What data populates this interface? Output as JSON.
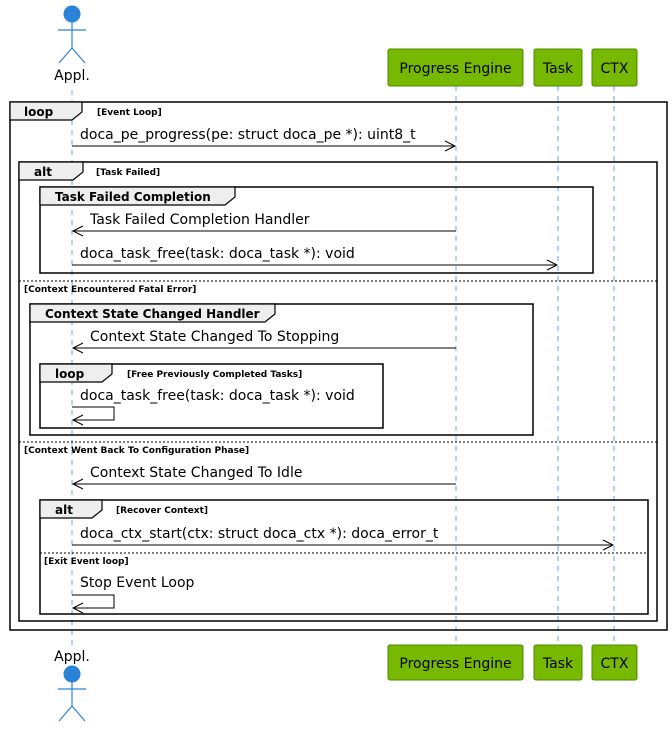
{
  "participants": {
    "appl": "Appl.",
    "progress_engine": "Progress Engine",
    "task": "Task",
    "ctx": "CTX"
  },
  "colors": {
    "participant_fill": "#76b900",
    "actor": "#2b83d8",
    "lifeline": "#6aa0d8"
  },
  "fragments": {
    "loop_event": {
      "keyword": "loop",
      "guard": "[Event Loop]"
    },
    "alt_task_failed": {
      "keyword": "alt",
      "guard": "[Task Failed]"
    },
    "task_failed_completion": {
      "title": "Task Failed Completion"
    },
    "else_fatal": {
      "guard": "[Context Encountered Fatal Error]"
    },
    "ctx_state_handler": {
      "title": "Context State Changed Handler"
    },
    "loop_free": {
      "keyword": "loop",
      "guard": "[Free Previously Completed Tasks]"
    },
    "else_config": {
      "guard": "[Context Went Back To Configuration Phase]"
    },
    "alt_recover": {
      "keyword": "alt",
      "guard": "[Recover Context]"
    },
    "else_exit": {
      "guard": "[Exit Event loop]"
    }
  },
  "messages": {
    "m1": "doca_pe_progress(pe: struct doca_pe *): uint8_t",
    "m2": "Task Failed Completion Handler",
    "m3": "doca_task_free(task: doca_task *): void",
    "m4": "Context State Changed To Stopping",
    "m5": "doca_task_free(task: doca_task *): void",
    "m6": "Context State Changed To Idle",
    "m7": "doca_ctx_start(ctx: struct doca_ctx *): doca_error_t",
    "m8": "Stop Event Loop"
  }
}
